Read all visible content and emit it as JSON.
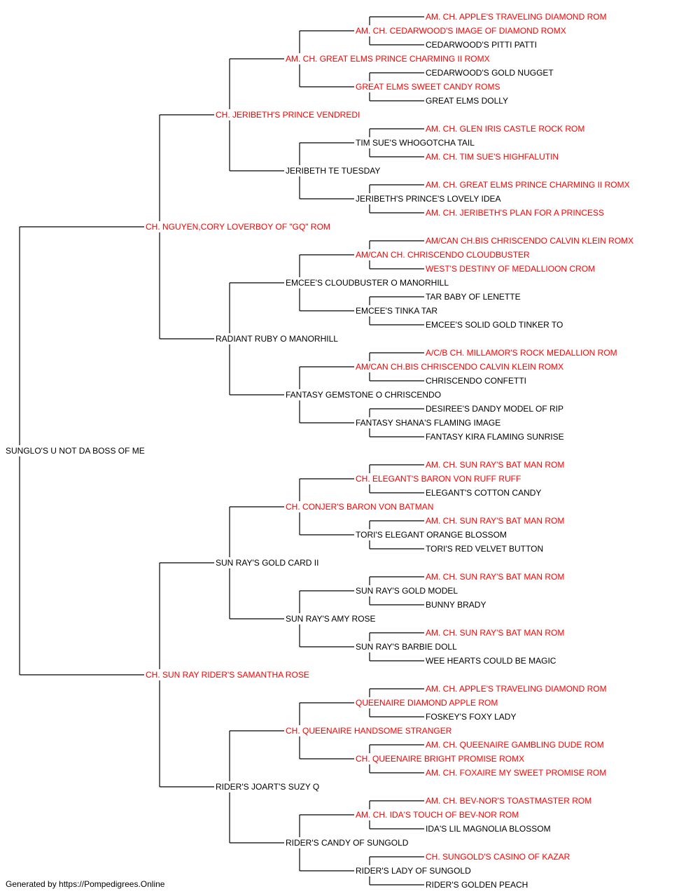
{
  "colors": {
    "titled": "#ff0000",
    "plain": "#000000",
    "line": "#000000"
  },
  "pedigree": {
    "subject": {
      "name": "SUNGLO'S U NOT DA BOSS OF ME",
      "titled": false
    },
    "generations": [
      [
        {
          "name": "CH. NGUYEN,CORY LOVERBOY OF \"GQ\" ROM",
          "titled": true
        },
        {
          "name": "CH. SUN RAY RIDER'S SAMANTHA ROSE",
          "titled": true
        }
      ],
      [
        {
          "name": "CH. JERIBETH'S PRINCE VENDREDI",
          "titled": true
        },
        {
          "name": "RADIANT RUBY O MANORHILL",
          "titled": false
        },
        {
          "name": "SUN RAY'S GOLD CARD II",
          "titled": false
        },
        {
          "name": "RIDER'S JOART'S SUZY Q",
          "titled": false
        }
      ],
      [
        {
          "name": "AM. CH. GREAT ELMS PRINCE CHARMING II ROMX",
          "titled": true
        },
        {
          "name": "JERIBETH TE TUESDAY",
          "titled": false
        },
        {
          "name": "EMCEE'S CLOUDBUSTER O MANORHILL",
          "titled": false
        },
        {
          "name": "FANTASY GEMSTONE O CHRISCENDO",
          "titled": false
        },
        {
          "name": "CH. CONJER'S BARON VON BATMAN",
          "titled": true
        },
        {
          "name": "SUN RAY'S AMY ROSE",
          "titled": false
        },
        {
          "name": "CH. QUEENAIRE HANDSOME STRANGER",
          "titled": true
        },
        {
          "name": "RIDER'S CANDY OF SUNGOLD",
          "titled": false
        }
      ],
      [
        {
          "name": "AM. CH. CEDARWOOD'S IMAGE OF DIAMOND ROMX",
          "titled": true
        },
        {
          "name": "GREAT ELMS SWEET CANDY ROMS",
          "titled": true
        },
        {
          "name": "TIM SUE'S WHOGOTCHA TAIL",
          "titled": false
        },
        {
          "name": "JERIBETH'S PRINCE'S LOVELY IDEA",
          "titled": false
        },
        {
          "name": "AM/CAN CH. CHRISCENDO CLOUDBUSTER",
          "titled": true
        },
        {
          "name": "EMCEE'S TINKA TAR",
          "titled": false
        },
        {
          "name": "AM/CAN CH.BIS CHRISCENDO CALVIN KLEIN ROMX",
          "titled": true
        },
        {
          "name": "FANTASY SHANA'S FLAMING IMAGE",
          "titled": false
        },
        {
          "name": "CH. ELEGANT'S BARON VON RUFF RUFF",
          "titled": true
        },
        {
          "name": "TORI'S ELEGANT ORANGE BLOSSOM",
          "titled": false
        },
        {
          "name": "SUN RAY'S GOLD MODEL",
          "titled": false
        },
        {
          "name": "SUN RAY'S BARBIE DOLL",
          "titled": false
        },
        {
          "name": "QUEENAIRE DIAMOND APPLE ROM",
          "titled": true
        },
        {
          "name": "CH. QUEENAIRE BRIGHT PROMISE ROMX",
          "titled": true
        },
        {
          "name": "AM. CH. IDA'S TOUCH OF BEV-NOR ROM",
          "titled": true
        },
        {
          "name": "RIDER'S LADY OF SUNGOLD",
          "titled": false
        }
      ],
      [
        {
          "name": "AM. CH. APPLE'S TRAVELING DIAMOND ROM",
          "titled": true
        },
        {
          "name": "CEDARWOOD'S PITTI PATTI",
          "titled": false
        },
        {
          "name": "CEDARWOOD'S GOLD NUGGET",
          "titled": false
        },
        {
          "name": "GREAT ELMS DOLLY",
          "titled": false
        },
        {
          "name": "AM. CH. GLEN IRIS CASTLE ROCK ROM",
          "titled": true
        },
        {
          "name": "AM. CH. TIM SUE'S HIGHFALUTIN",
          "titled": true
        },
        {
          "name": "AM. CH. GREAT ELMS PRINCE CHARMING II ROMX",
          "titled": true
        },
        {
          "name": "AM. CH. JERIBETH'S PLAN FOR A PRINCESS",
          "titled": true
        },
        {
          "name": "AM/CAN CH.BIS CHRISCENDO CALVIN KLEIN ROMX",
          "titled": true
        },
        {
          "name": "WEST'S DESTINY OF MEDALLIOON CROM",
          "titled": true
        },
        {
          "name": "TAR BABY OF LENETTE",
          "titled": false
        },
        {
          "name": "EMCEE'S SOLID GOLD TINKER TO",
          "titled": false
        },
        {
          "name": "A/C/B CH. MILLAMOR'S ROCK MEDALLION ROM",
          "titled": true
        },
        {
          "name": "CHRISCENDO CONFETTI",
          "titled": false
        },
        {
          "name": "DESIREE'S DANDY MODEL OF RIP",
          "titled": false
        },
        {
          "name": "FANTASY KIRA FLAMING SUNRISE",
          "titled": false
        },
        {
          "name": "AM. CH. SUN RAY'S BAT MAN ROM",
          "titled": true
        },
        {
          "name": "ELEGANT'S COTTON CANDY",
          "titled": false
        },
        {
          "name": "AM. CH. SUN RAY'S BAT MAN ROM",
          "titled": true
        },
        {
          "name": "TORI'S RED VELVET BUTTON",
          "titled": false
        },
        {
          "name": "AM. CH. SUN RAY'S BAT MAN ROM",
          "titled": true
        },
        {
          "name": "BUNNY BRADY",
          "titled": false
        },
        {
          "name": "AM. CH. SUN RAY'S BAT MAN ROM",
          "titled": true
        },
        {
          "name": "WEE HEARTS COULD BE MAGIC",
          "titled": false
        },
        {
          "name": "AM. CH. APPLE'S TRAVELING DIAMOND ROM",
          "titled": true
        },
        {
          "name": "FOSKEY'S FOXY LADY",
          "titled": false
        },
        {
          "name": "AM. CH. QUEENAIRE GAMBLING DUDE ROM",
          "titled": true
        },
        {
          "name": "AM. CH. FOXAIRE MY SWEET PROMISE ROM",
          "titled": true
        },
        {
          "name": "AM. CH. BEV-NOR'S TOASTMASTER ROM",
          "titled": true
        },
        {
          "name": "IDA'S LIL MAGNOLIA BLOSSOM",
          "titled": false
        },
        {
          "name": "CH. SUNGOLD'S CASINO OF KAZAR",
          "titled": true
        },
        {
          "name": "RIDER'S GOLDEN PEACH",
          "titled": false
        }
      ]
    ]
  },
  "footer": {
    "text": "Generated by https://Pompedigrees.Online"
  }
}
